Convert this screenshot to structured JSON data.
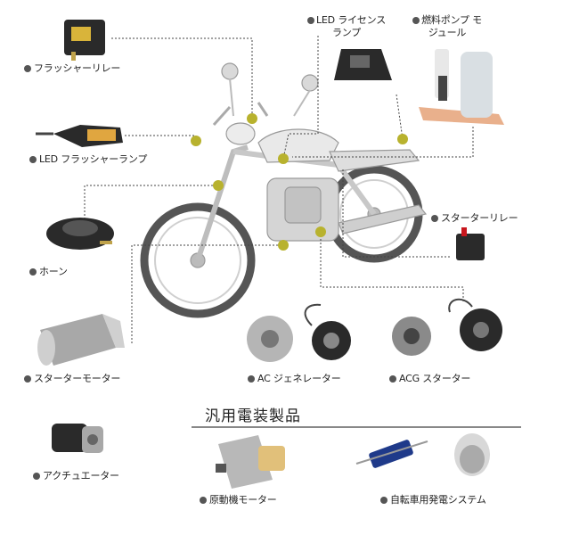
{
  "colors": {
    "leader_line": "#444444",
    "connector_dot": "#b8b22e",
    "label_dot": "#555555",
    "bike": "#dcdcdc",
    "part_dark": "#2a2a2a",
    "part_metal": "#a8a8a8"
  },
  "labels": {
    "flasher_relay": "フラッシャーリレー",
    "led_flasher_lamp": "LED フラッシャーランプ",
    "horn": "ホーン",
    "starter_motor": "スターターモーター",
    "actuator": "アクチュエーター",
    "led_license_lamp": "LED ライセンス ランプ",
    "fuel_pump_module": "燃料ポンプ モジュール",
    "starter_relay": "スターターリレー",
    "ac_generator": "AC ジェネレーター",
    "acg_starter": "ACG スターター",
    "prime_mover_motor": "原動機モーター",
    "bicycle_generator_system": "自転車用発電システム"
  },
  "section_heading": "汎用電装製品"
}
